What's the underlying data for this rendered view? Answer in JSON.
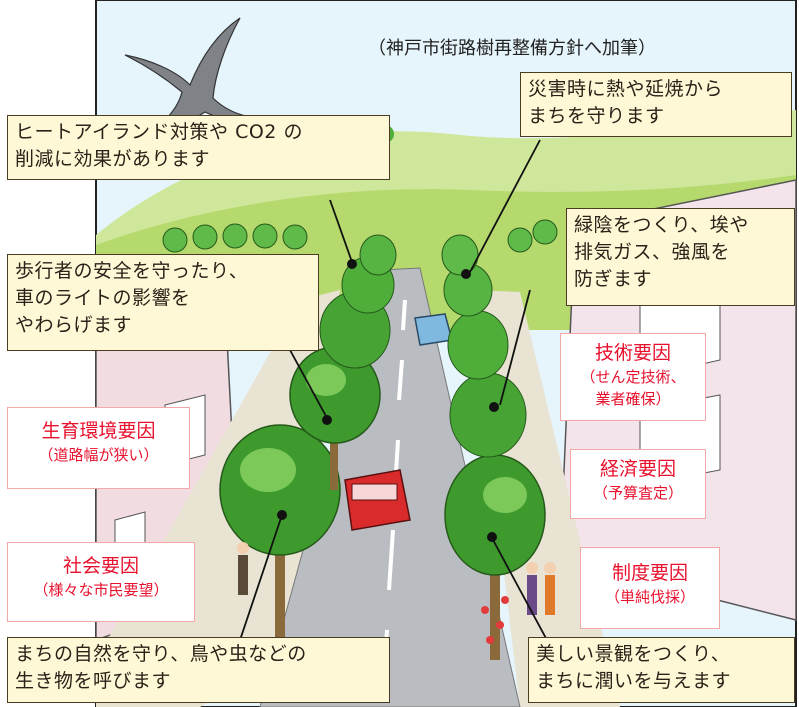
{
  "caption": "（神戸市街路樹再整備方針へ加筆）",
  "benefits": {
    "heat_island": [
      "ヒートアイランド対策や CO2 の",
      "削減に効果があります"
    ],
    "fire": [
      "災害時に熱や延焼から",
      "まちを守ります"
    ],
    "shade": [
      "緑陰をつくり、埃や",
      "排気ガス、強風を",
      "防ぎます"
    ],
    "safety": [
      "歩行者の安全を守ったり、",
      "車のライトの影響を",
      "やわらげます"
    ],
    "nature": [
      "まちの自然を守り、鳥や虫などの",
      "生き物を呼びます"
    ],
    "landscape": [
      "美しい景観をつくり、",
      "まちに潤いを与えます"
    ]
  },
  "factors": {
    "technical": {
      "title": "技術要因",
      "sub": "（せん定技術、",
      "sub2": "業者確保）"
    },
    "environment": {
      "title": "生育環境要因",
      "sub": "（道路幅が狭い）"
    },
    "economic": {
      "title": "経済要因",
      "sub": "（予算査定）"
    },
    "social": {
      "title": "社会要因",
      "sub": "（様々な市民要望）"
    },
    "system": {
      "title": "制度要因",
      "sub": "（単純伐採）"
    }
  },
  "colors": {
    "factor_text": "#e8112d",
    "factor_border": "#f3a7a7",
    "callout_bg": "#fff8d6",
    "tree": "#3f9a2e",
    "sky": "#dff0f7"
  }
}
